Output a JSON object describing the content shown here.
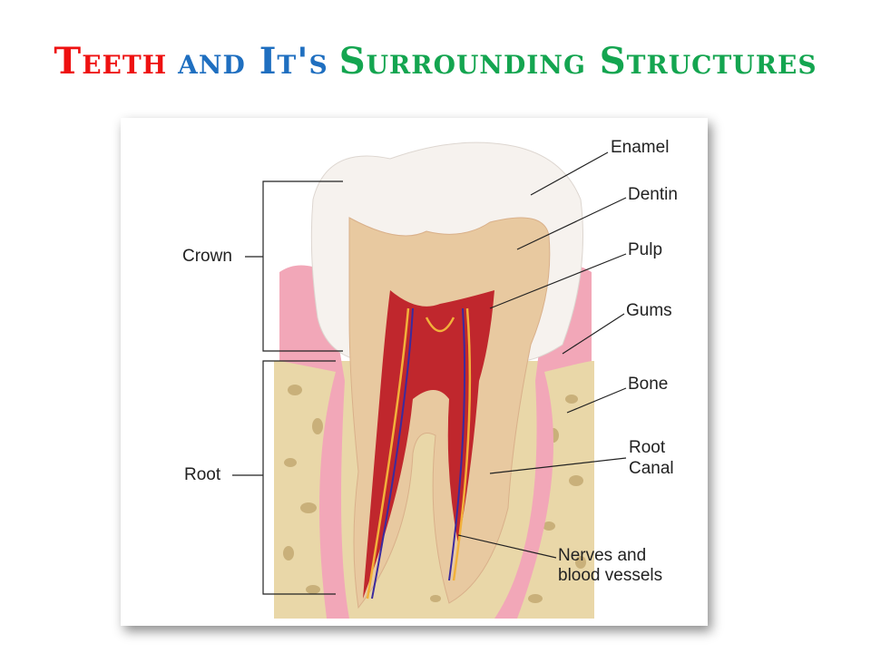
{
  "title": {
    "word1": "Teeth",
    "word2": "and It's",
    "word3": "Surrounding Structures",
    "colors": {
      "word1": "#ee1111",
      "word2": "#1f6fc0",
      "word3": "#14a550"
    }
  },
  "labels": {
    "enamel": "Enamel",
    "dentin": "Dentin",
    "pulp": "Pulp",
    "gums": "Gums",
    "bone": "Bone",
    "root_canal_1": "Root",
    "root_canal_2": "Canal",
    "nerves_1": "Nerves and",
    "nerves_2": "blood vessels",
    "crown": "Crown",
    "root": "Root"
  }
}
